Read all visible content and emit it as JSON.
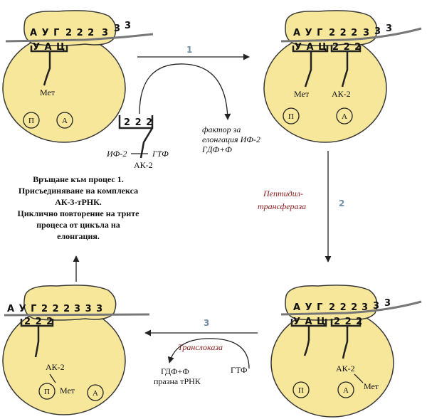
{
  "colors": {
    "ribosome": "#f6e79a",
    "outline": "#3a3a3a",
    "mrna": "#777777"
  },
  "codons": {
    "start": "А У Г",
    "repeat": "2 2 2",
    "next": "3 3 3",
    "anticodon": "У А Ц",
    "next_single": "3"
  },
  "sites": {
    "p": "П",
    "a": "А"
  },
  "aminoacids": {
    "met": "Мет",
    "ak2": "АК-2"
  },
  "steps": {
    "one": "1",
    "two": "2",
    "three": "3"
  },
  "incoming": {
    "if2": "ИФ-2",
    "gtp": "ГТФ",
    "ak2": "АК-2",
    "codon": "2 2 2"
  },
  "step1_output": {
    "line1": "фактор за",
    "line2": "елонгация ИФ-2",
    "line3": "ГДФ+Ф"
  },
  "step2_enzyme": {
    "line1": "Пептидил-",
    "line2": "трансфераза"
  },
  "step3_enzyme": "Транслоказа",
  "step3_input": "ГТФ",
  "step3_output": {
    "line1": "ГДФ+Ф",
    "line2": "празна тРНК"
  },
  "return_text": {
    "line1": "Връщане към процес 1.",
    "line2": "Присъединяване на комплекса",
    "line3": "АК-3-тРНК.",
    "line4": "Циклично повторение на трите",
    "line5": "процеса от цикъла на",
    "line6": "елонгация."
  }
}
